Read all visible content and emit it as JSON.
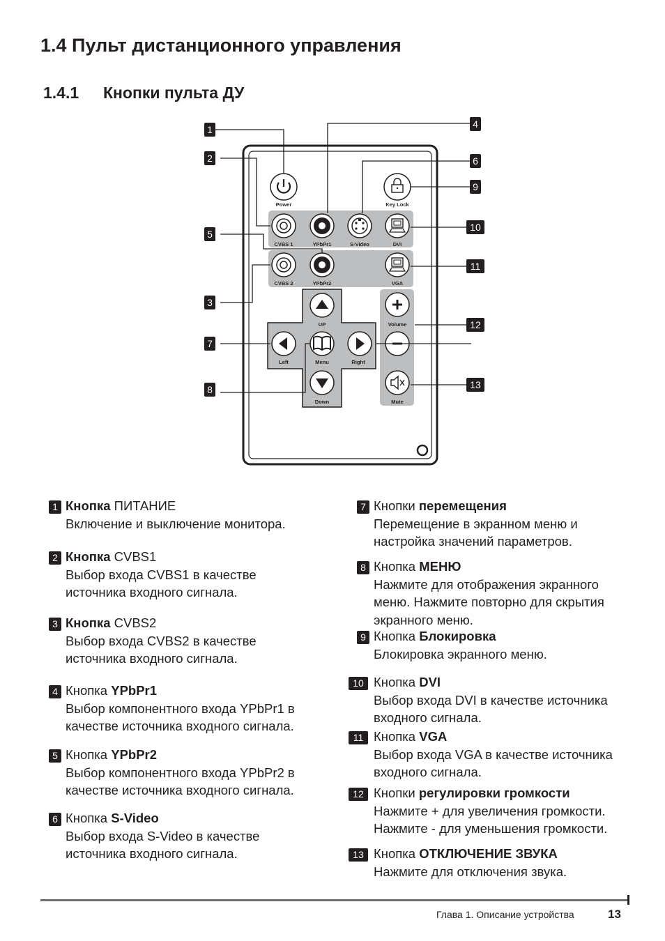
{
  "heading": "1.4 Пульт дистанционного управления",
  "subheading": {
    "number": "1.4.1",
    "title": "Кнопки пульта ДУ"
  },
  "remote": {
    "callouts": [
      "1",
      "2",
      "3",
      "4",
      "5",
      "6",
      "7",
      "8",
      "9",
      "10",
      "11",
      "12",
      "13"
    ],
    "button_labels": {
      "power": "Power",
      "keylock": "Key Lock",
      "cvbs1": "CVBS 1",
      "ypbpr1": "YPbPr1",
      "svideo": "S-Video",
      "dvi": "DVI",
      "cvbs2": "CVBS 2",
      "ypbpr2": "YPbPr2",
      "vga": "VGA",
      "up": "UP",
      "left": "Left",
      "menu": "Menu",
      "right": "Right",
      "down": "Down",
      "volume": "Volume",
      "mute": "Mute"
    }
  },
  "items": [
    {
      "n": "1",
      "prefix": "Кнопка",
      "name": "ПИТАНИЕ",
      "lines": [
        "Включение и выключение монитора."
      ]
    },
    {
      "n": "2",
      "prefix": "Кнопка",
      "name": "CVBS1",
      "lines": [
        "Выбор входа CVBS1 в качестве",
        "источника входного сигнала."
      ]
    },
    {
      "n": "3",
      "prefix": "Кнопка",
      "name": "CVBS2",
      "lines": [
        "Выбор входа CVBS2 в качестве",
        "источника входного сигнала."
      ]
    },
    {
      "n": "4",
      "prefix": "Кнопка",
      "name": "YPbPr1",
      "lines": [
        "Выбор компонентного входа YPbPr1 в",
        "качестве источника входного сигнала."
      ]
    },
    {
      "n": "5",
      "prefix": "Кнопка",
      "name": "YPbPr2",
      "lines": [
        "Выбор компонентного входа YPbPr2 в",
        "качестве источника входного сигнала."
      ]
    },
    {
      "n": "6",
      "prefix": "Кнопка",
      "name": "S-Video",
      "lines": [
        "Выбор входа S-Video в качестве",
        "источника входного сигнала."
      ]
    },
    {
      "n": "7",
      "prefix": "Кнопки",
      "name": "перемещения",
      "lines": [
        "Перемещение в экранном меню и",
        "настройка значений параметров."
      ]
    },
    {
      "n": "8",
      "prefix": "Кнопка",
      "name": "МЕНЮ",
      "lines": [
        "Нажмите для отображения экранного",
        "меню. Нажмите повторно для скрытия",
        "экранного меню."
      ]
    },
    {
      "n": "9",
      "prefix": "Кнопка",
      "name": "Блокировка",
      "lines": [
        "Блокировка экранного меню."
      ]
    },
    {
      "n": "10",
      "prefix": "Кнопка",
      "name": "DVI",
      "lines": [
        "Выбор входа DVI в качестве источника",
        "входного сигнала."
      ]
    },
    {
      "n": "11",
      "prefix": "Кнопка",
      "name": "VGA",
      "lines": [
        "Выбор входа VGA в качестве источника",
        "входного сигнала."
      ]
    },
    {
      "n": "12",
      "prefix": "Кнопки",
      "name": "регулировки громкости",
      "lines": [
        "Нажмите + для увеличения громкости.",
        "Нажмите - для уменьшения громкости."
      ]
    },
    {
      "n": "13",
      "prefix": "Кнопка",
      "name": "ОТКЛЮЧЕНИЕ ЗВУКА",
      "lines": [
        "Нажмите для отключения звука."
      ]
    }
  ],
  "footer": {
    "chapter": "Глава 1. Описание устройства",
    "page": "13"
  }
}
